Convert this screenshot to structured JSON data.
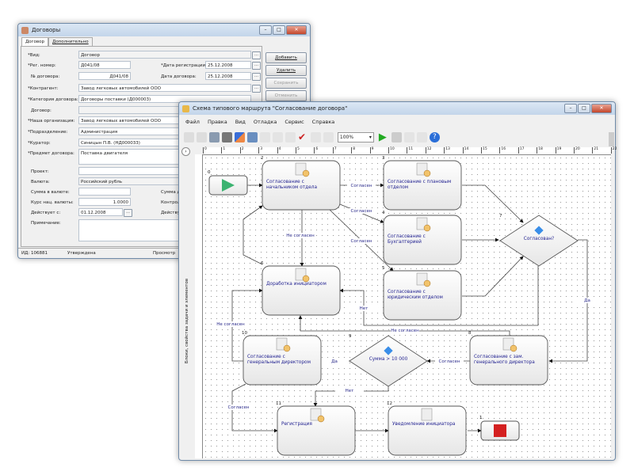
{
  "contracts_window": {
    "title": "Договоры",
    "tabs": [
      "Договор",
      "Дополнительно"
    ],
    "fields": {
      "kind": {
        "label": "*Вид:",
        "value": "Договор"
      },
      "reg_number": {
        "label": "*Рег. номер:",
        "value": "Д041/08"
      },
      "reg_date": {
        "label": "*Дата регистрации:",
        "value": "25.12.2008"
      },
      "contract_number": {
        "label": "№ договора:",
        "value": "Д041/08"
      },
      "contract_date": {
        "label": "Дата договора:",
        "value": "25.12.2008"
      },
      "counterparty": {
        "label": "*Контрагент:",
        "value": "Завод легковых автомобилей ООО"
      },
      "category": {
        "label": "*Категория договора:",
        "value": "Договоры поставки (Д000003)"
      },
      "contract": {
        "label": "Договор:",
        "value": ""
      },
      "organization": {
        "label": "*Наша организация:",
        "value": "Завод легковых автомобилей ООО"
      },
      "department": {
        "label": "*Подразделение:",
        "value": "Администрация"
      },
      "curator": {
        "label": "*Куратор:",
        "value": "Синицын П.В. (НД000033)"
      },
      "subject": {
        "label": "*Предмет договора:",
        "value": "Поставка двигателя"
      },
      "project": {
        "label": "Проект:",
        "value": ""
      },
      "currency": {
        "label": "Валюта:",
        "value": "Российский рубль"
      },
      "amount_currency": {
        "label": "Сумма в валюте:",
        "value": ""
      },
      "amount_label2": "Сумма до",
      "rate": {
        "label": "Курс нац. валюты:",
        "value": "1.0000"
      },
      "control_label": "Контрол",
      "valid_from": {
        "label": "Действует с:",
        "value": "01.12.2008"
      },
      "valid_to_label": "Действу",
      "note": {
        "label": "Примечание:",
        "value": ""
      }
    },
    "buttons": [
      "Добавить",
      "Удалить",
      "Сохранить",
      "Отменить"
    ],
    "status": {
      "id": "ИД: 106881",
      "state": "Утверждена",
      "mode": "Просмотр"
    }
  },
  "route_window": {
    "title": "Схема типового маршрута \"Согласование договора\"",
    "menu": [
      "Файл",
      "Правка",
      "Вид",
      "Отладка",
      "Сервис",
      "Справка"
    ],
    "zoom": "100%",
    "side_panel_label": "Блоки, свойства задачи и элементов",
    "ruler": [
      "0",
      "1",
      "2",
      "3",
      "4",
      "5",
      "6",
      "7",
      "8",
      "9",
      "10",
      "11",
      "12",
      "13",
      "14",
      "15",
      "16",
      "17",
      "18",
      "19",
      "20",
      "21",
      "22"
    ],
    "nodes": {
      "start": {
        "num": "0"
      },
      "n2": {
        "num": "2",
        "lines": [
          "Согласование с",
          "начальником отдела"
        ]
      },
      "n3": {
        "num": "3",
        "lines": [
          "Согласование с плановым",
          "отделом"
        ]
      },
      "n4": {
        "num": "4",
        "lines": [
          "Согласование с",
          "Бухгалтерией"
        ]
      },
      "n5": {
        "num": "5",
        "lines": [
          "Согласование с",
          "юридическим отделом"
        ]
      },
      "n6": {
        "num": "6",
        "lines": [
          "Доработка инициатором"
        ]
      },
      "n7": {
        "num": "7",
        "lines": [
          "Согласован?"
        ]
      },
      "n8": {
        "num": "8",
        "lines": [
          "Согласование с зам.",
          "генерального директора"
        ]
      },
      "n9": {
        "num": "9",
        "lines": [
          "Сумма > 10 000"
        ]
      },
      "n10": {
        "num": "10",
        "lines": [
          "Согласование с",
          "генеральным директором"
        ]
      },
      "n11": {
        "num": "11",
        "lines": [
          "Регистрация"
        ]
      },
      "n12": {
        "num": "12",
        "lines": [
          "Уведомление инициатора"
        ]
      },
      "end": {
        "num": "1"
      }
    },
    "edge_labels": {
      "agree": "Согласен",
      "disagree": "Не согласен",
      "yes": "Да",
      "no": "Нет"
    }
  },
  "colors": {
    "accent": "#1f1f8f",
    "start": "#3cb371",
    "stop": "#d42020"
  }
}
